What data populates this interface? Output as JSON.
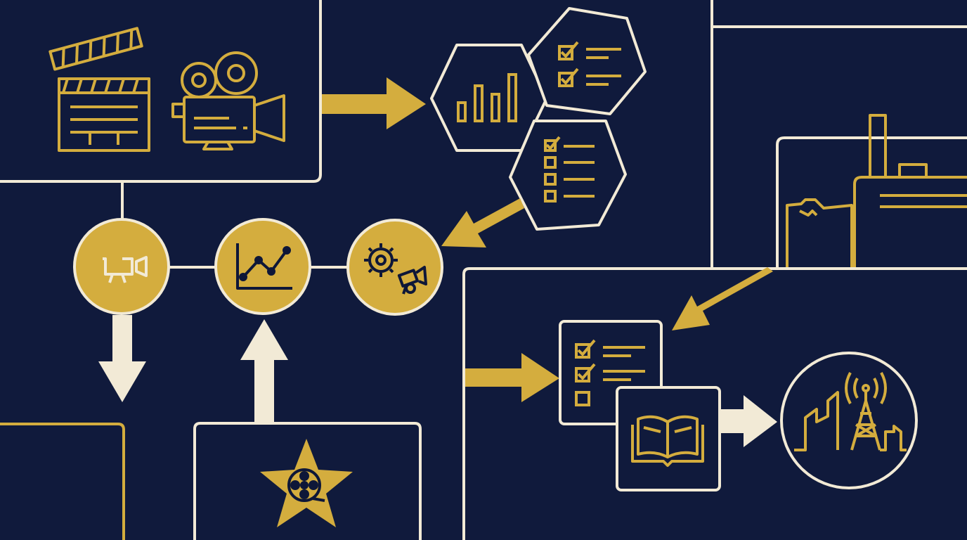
{
  "colors": {
    "background": "#101a3c",
    "gold": "#d4ad3e",
    "cream": "#f2ead6",
    "navy_line": "#0e1738"
  },
  "nodes": [
    {
      "id": "film-production-panel",
      "icons": [
        "clapperboard-icon",
        "movie-camera-icon"
      ]
    },
    {
      "id": "analytics-honeycomb",
      "icons": [
        "bar-chart-icon",
        "checklist-icon",
        "checklist-icon"
      ]
    },
    {
      "id": "camera-circle",
      "icons": [
        "camera-icon"
      ]
    },
    {
      "id": "trend-circle",
      "icons": [
        "line-chart-icon"
      ]
    },
    {
      "id": "settings-camera-circle",
      "icons": [
        "gear-icon",
        "camera-icon"
      ]
    },
    {
      "id": "industry-panel",
      "icons": [
        "factory-icon"
      ]
    },
    {
      "id": "star-reel-panel",
      "icons": [
        "star-icon",
        "film-reel-icon"
      ]
    },
    {
      "id": "distribution-panel",
      "icons": [
        "checklist-icon",
        "open-book-icon",
        "city-tower-icon"
      ]
    }
  ]
}
